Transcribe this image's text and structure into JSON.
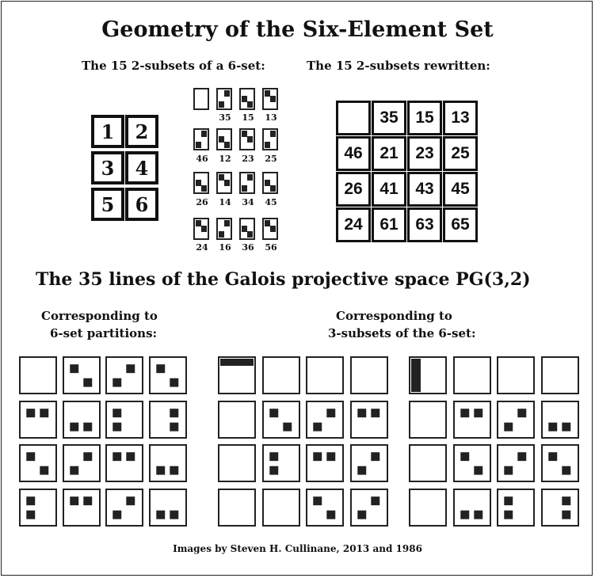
{
  "title": "Geometry of the Six-Element Set",
  "subtitle_left": "The 15  2-subsets of a 6-set:",
  "subtitle_right": "The 15  2-subsets rewritten:",
  "six_set_grid": [
    [
      "1",
      "2"
    ],
    [
      "3",
      "4"
    ],
    [
      "5",
      "6"
    ]
  ],
  "two_subset_labels": [
    [
      "",
      "35",
      "15",
      "13"
    ],
    [
      "46",
      "12",
      "23",
      "25"
    ],
    [
      "26",
      "14",
      "34",
      "45"
    ],
    [
      "24",
      "16",
      "36",
      "56"
    ]
  ],
  "rewritten_table": [
    [
      "",
      "35",
      "15",
      "13"
    ],
    [
      "46",
      "21",
      "23",
      "25"
    ],
    [
      "26",
      "41",
      "43",
      "45"
    ],
    [
      "24",
      "61",
      "63",
      "65"
    ]
  ],
  "section_heading": "The 35 lines of the Galois projective space PG(3,2)",
  "caption_partitions": [
    "Corresponding to",
    "6-set partitions:"
  ],
  "caption_subsets": [
    "Corresponding to",
    "3-subsets of the 6-set:"
  ],
  "footer": "Images by Steven H. Cullinane, 2013 and 1986"
}
